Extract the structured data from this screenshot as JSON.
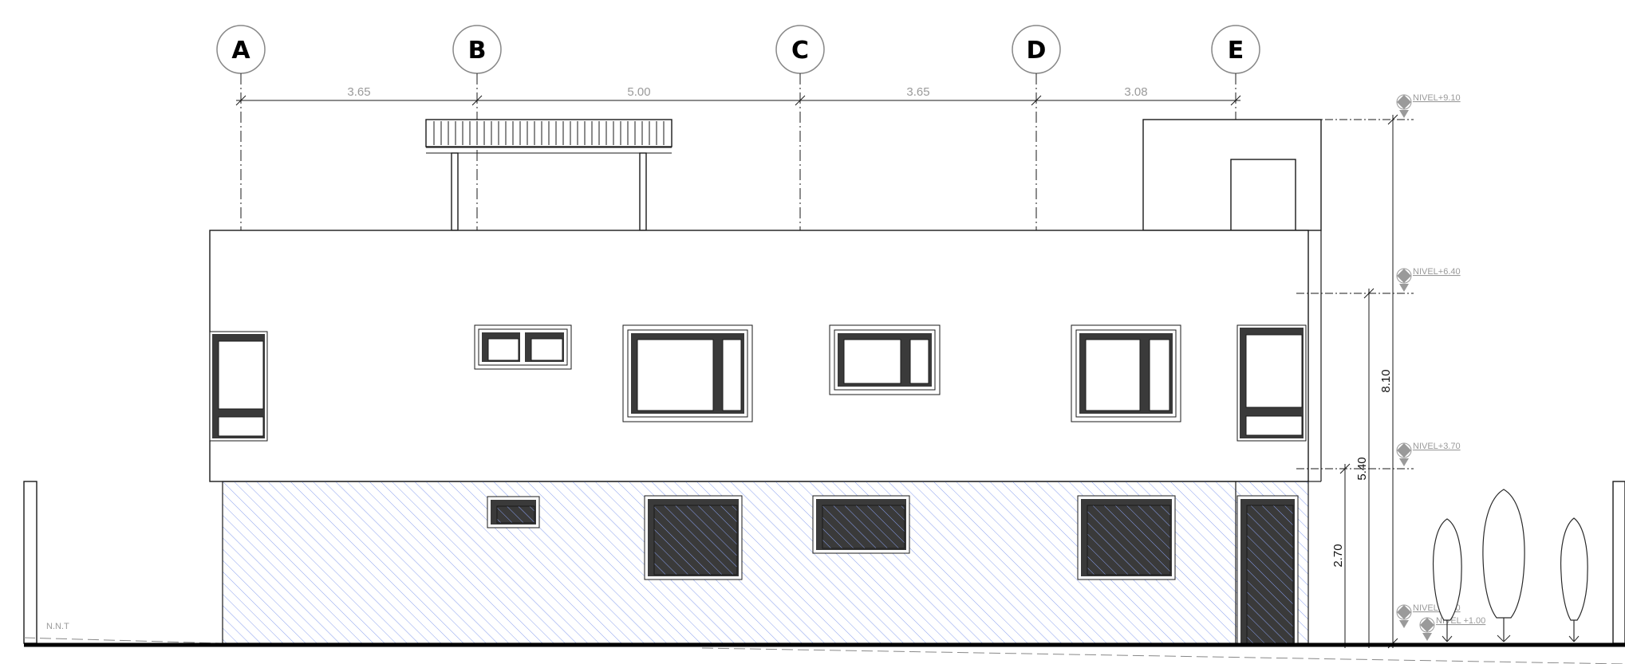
{
  "grid_axes": [
    {
      "label": "A"
    },
    {
      "label": "B"
    },
    {
      "label": "C"
    },
    {
      "label": "D"
    },
    {
      "label": "E"
    }
  ],
  "horizontal_dimensions": [
    {
      "value": "3.65"
    },
    {
      "value": "5.00"
    },
    {
      "value": "3.65"
    },
    {
      "value": "3.08"
    }
  ],
  "vertical_dimensions": [
    {
      "value": "8.10"
    },
    {
      "value": "5.40"
    },
    {
      "value": "2.70"
    }
  ],
  "levels": [
    {
      "label": "NIVEL+9.10"
    },
    {
      "label": "NIVEL+6.40"
    },
    {
      "label": "NIVEL+3.70"
    },
    {
      "label": "NIVEL+1.10"
    },
    {
      "label": "NIVEL +1.00"
    }
  ],
  "ground_label": "N.N.T",
  "colors": {
    "hatch": "#8aa0ee",
    "line": "#1a1a1a",
    "annotation_gray": "#9a9a9a",
    "frame_dark": "#3a3a3a"
  }
}
